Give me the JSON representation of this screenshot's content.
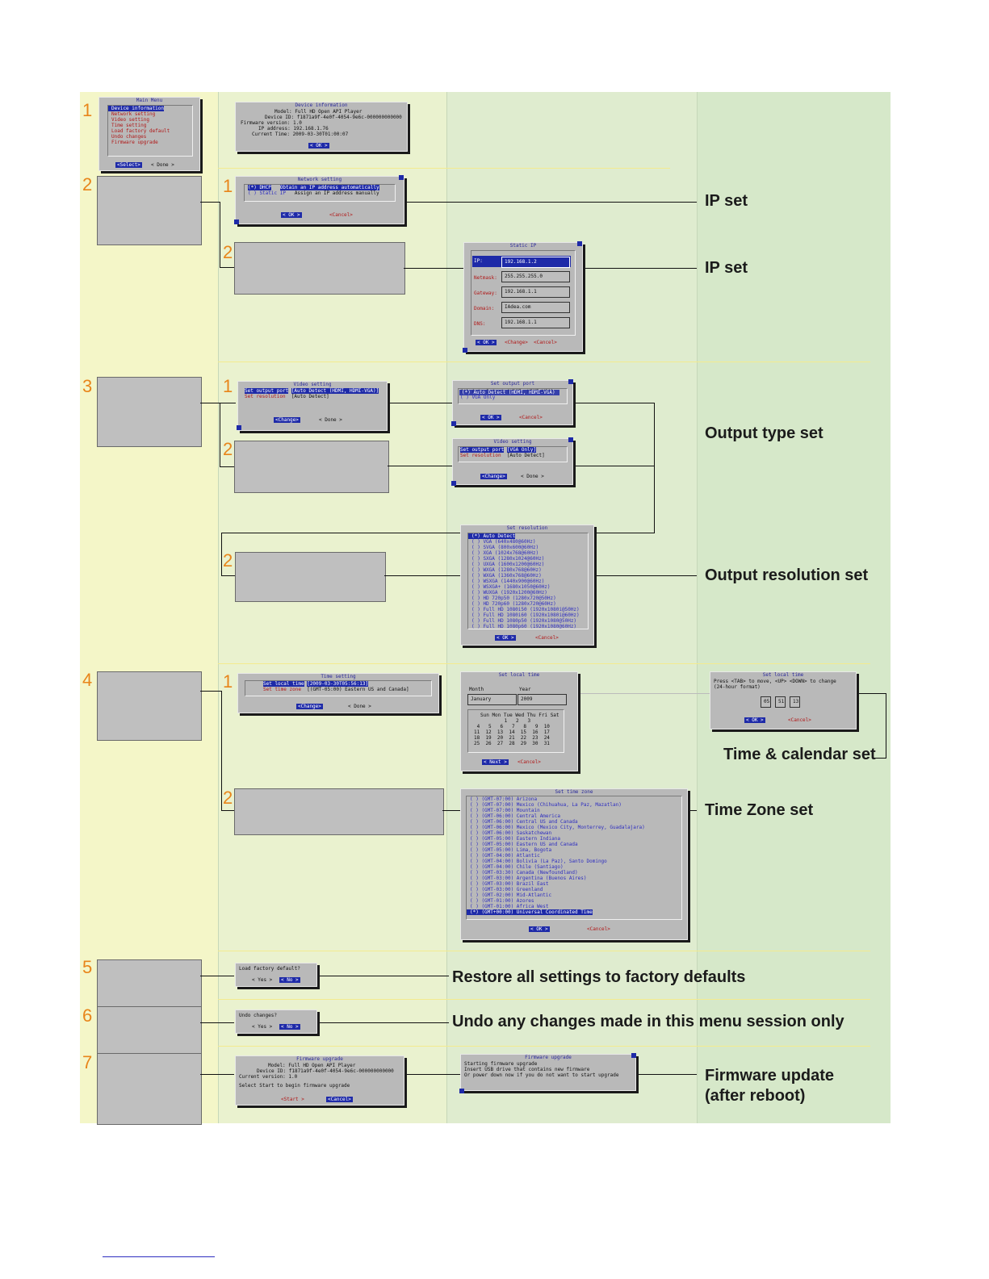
{
  "section_numbers": [
    "1",
    "2",
    "3",
    "4",
    "5",
    "6",
    "7"
  ],
  "sub_numbers": [
    "1",
    "2",
    "1",
    "2",
    "2",
    "1",
    "2"
  ],
  "labels": {
    "ip_set_1": "IP set",
    "ip_set_2": "IP set",
    "output_type_set": "Output type set",
    "output_resolution_set": "Output resolution set",
    "time_calendar_set": "Time & calendar set",
    "time_zone_set": "Time Zone set",
    "restore_defaults": "Restore all settings to factory defaults",
    "undo_changes": "Undo any changes made in this menu session only",
    "firmware_update_l1": "Firmware update",
    "firmware_update_l2": "(after reboot)"
  },
  "colors": {
    "col1_bg": "#f4f6c8",
    "col2_bg": "#eaf2cf",
    "col3_bg": "#dfeccf",
    "col4_bg": "#d6e8c9",
    "number_color": "#e8851a",
    "highlight": "#1e2aa8"
  },
  "main_menu": {
    "title": "Main Menu",
    "items": [
      "Device information",
      "Network setting",
      "Video setting",
      "Time setting",
      "Load factory default",
      "Undo changes",
      "Firmware upgrade"
    ],
    "select": "<Select>",
    "done": "< Done >"
  },
  "device_info": {
    "title": "Device information",
    "lines": [
      "Model: Full HD Open API Player",
      "Device ID: f1871a9f-4e0f-4054-9e6c-000000000000",
      "Firmware version: 1.0",
      "IP address: 192.168.1.76",
      "Current Time: 2009-03-30T01:00:07"
    ],
    "ok": "< OK >"
  },
  "network_setting": {
    "title": "Network setting",
    "opt1_key": "(*) DHCP",
    "opt1_desc": "Obtain an IP address automatically",
    "opt2_key": "( ) Static IP",
    "opt2_desc": "Assign an IP address manually",
    "ok": "< OK >",
    "cancel": "<Cancel>"
  },
  "static_ip": {
    "title": "Static IP",
    "fields": [
      {
        "label": "IP:",
        "value": "192.168.1.2"
      },
      {
        "label": "Netmask:",
        "value": "255.255.255.0"
      },
      {
        "label": "Gateway:",
        "value": "192.168.1.1"
      },
      {
        "label": "Domain:",
        "value": "IAdea.com"
      },
      {
        "label": "DNS:",
        "value": "192.168.1.1"
      }
    ],
    "ok": "< OK >",
    "change": "<Change>",
    "cancel": "<Cancel>"
  },
  "video_setting": {
    "title": "Video setting",
    "row1_key": "Set output port",
    "row1_val": "[Auto Detect (HDMI, HDMI-VGA)]",
    "row2_key": "Set resolution",
    "row2_val": "[Auto Detect]",
    "change": "<Change>",
    "done": "< Done >"
  },
  "set_output_port": {
    "title": "Set output port",
    "opt1": "(*) Auto Detect (HDMI, HDMI-VGA)",
    "opt2": "( ) VGA Only",
    "ok": "< OK >",
    "cancel": "<Cancel>"
  },
  "video_setting_2": {
    "title": "Video setting",
    "row1_key": "Set output port",
    "row1_val": "[VGA Only]",
    "row2_key": "Set resolution",
    "row2_val": "[Auto Detect]",
    "change": "<Change>",
    "done": "< Done >"
  },
  "set_resolution": {
    "title": "Set resolution",
    "items": [
      "(*) Auto Detect",
      "( ) VGA (640x480@60Hz)",
      "( ) SVGA (800x600@60Hz)",
      "( ) XGA (1024x768@60Hz)",
      "( ) SXGA (1280x1024@60Hz)",
      "( ) UXGA (1600x1200@60Hz)",
      "( ) WXGA (1280x768@60Hz)",
      "( ) WXGA (1360x768@60Hz)",
      "( ) WSXGA (1440x900@60Hz)",
      "( ) WSXGA+ (1680x1050@60Hz)",
      "( ) WUXGA (1920x1200@60Hz)",
      "( ) HD 720p50 (1280x720@50Hz)",
      "( ) HD 720p60 (1280x720@60Hz)",
      "( ) Full HD 1080i50 (1920x1080i@50Hz)",
      "( ) Full HD 1080i60 (1920x1080i@60Hz)",
      "( ) Full HD 1080p50 (1920x1080@50Hz)",
      "( ) Full HD 1080p60 (1920x1080@60Hz)"
    ],
    "ok": "< OK >",
    "cancel": "<Cancel>"
  },
  "time_setting": {
    "title": "Time setting",
    "row1_key": "Set local time",
    "row1_val": "[2009-03-30T05:56:13]",
    "row2_key": "Set time zone",
    "row2_val": "[(GMT-05:00) Eastern US and Canada]",
    "change": "<Change>",
    "done": "< Done >"
  },
  "set_local_time_cal": {
    "title": "Set local time",
    "month_label": "Month",
    "year_label": "Year",
    "month": "January",
    "year": "2009",
    "weekdays": "Sun Mon Tue Wed Thu Fri Sat",
    "weeks": [
      " 1   2   3",
      " 4   5   6   7   8   9  10",
      "11  12  13  14  15  16  17",
      "18  19  20  21  22  23  24",
      "25  26  27  28  29  30  31"
    ],
    "next": "< Next >",
    "cancel": "<Cancel>"
  },
  "set_local_time_clock": {
    "title": "Set local time",
    "line1": "Press <TAB> to move, <UP> <DOWN> to change",
    "line2": "(24-hour format)",
    "hh": "05",
    "mm": "51",
    "ss": "13",
    "ok": "< OK >",
    "cancel": "<Cancel>"
  },
  "set_time_zone": {
    "title": "Set time zone",
    "items": [
      "( ) (GMT-07:00) Arizona",
      "( ) (GMT-07:00) Mexico (Chihuahua, La Paz, Mazatlan)",
      "( ) (GMT-07:00) Mountain",
      "( ) (GMT-06:00) Central America",
      "( ) (GMT-06:00) Central US and Canada",
      "( ) (GMT-06:00) Mexico (Mexico City, Monterrey, Guadalajara)",
      "( ) (GMT-06:00) Saskatchewan",
      "( ) (GMT-05:00) Eastern Indiana",
      "( ) (GMT-05:00) Eastern US and Canada",
      "( ) (GMT-05:00) Lima, Bogota",
      "( ) (GMT-04:00) Atlantic",
      "( ) (GMT-04:00) Bolivia (La Paz), Santo Domingo",
      "( ) (GMT-04:00) Chile (Santiago)",
      "( ) (GMT-03:30) Canada (Newfoundland)",
      "( ) (GMT-03:00) Argentina (Buenos Aires)",
      "( ) (GMT-03:00) Brazil East",
      "( ) (GMT-03:00) Greenland",
      "( ) (GMT-02:00) Mid-Atlantic",
      "( ) (GMT-01:00) Azores",
      "( ) (GMT-01:00) Africa West",
      "(*) (GMT+00:00) Universal Coordinated Time"
    ],
    "ok": "< OK >",
    "cancel": "<Cancel>"
  },
  "load_factory": {
    "prompt": "Load factory default?",
    "yes": "< Yes >",
    "no": "< No >"
  },
  "undo_changes": {
    "prompt": "Undo changes?",
    "yes": "< Yes >",
    "no": "< No >"
  },
  "firmware_upgrade": {
    "title": "Firmware upgrade",
    "lines": [
      "Model: Full HD Open API Player",
      "Device ID: f1871a9f-4e0f-4054-9e6c-000000000000",
      "Current version: 1.0"
    ],
    "prompt": "Select Start to begin firmware upgrade",
    "start": "<Start >",
    "cancel": "<Cancel>"
  },
  "firmware_upgrade_2": {
    "title": "Firmware upgrade",
    "lines": [
      "Starting firmware upgrade",
      "Insert USB drive that contains new firmware",
      "Or power down now if you do not want to start upgrade"
    ]
  }
}
